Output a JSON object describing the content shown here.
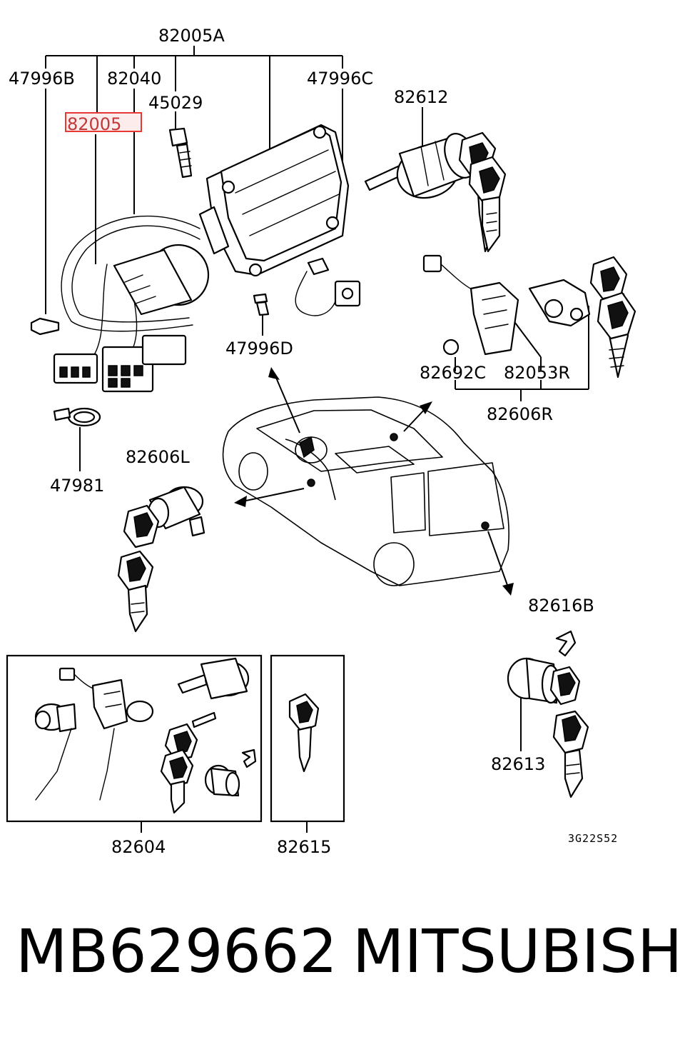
{
  "diagram": {
    "callouts": {
      "c82005A": "82005A",
      "c47996B": "47996B",
      "c82040": "82040",
      "c47996C": "47996C",
      "c45029": "45029",
      "c82005": "82005",
      "c82612": "82612",
      "c47996D": "47996D",
      "c82692C": "82692C",
      "c82053R": "82053R",
      "c82606R": "82606R",
      "c47981": "47981",
      "c82606L": "82606L",
      "c82616B": "82616B",
      "c82613": "82613",
      "c82604": "82604",
      "c82615": "82615"
    },
    "highlighted_callout": "82005",
    "highlight_color": "#e53935",
    "drawing_code": "3G22S52"
  },
  "footer": {
    "part_number": "MB629662",
    "brand": "MITSUBISHI"
  }
}
